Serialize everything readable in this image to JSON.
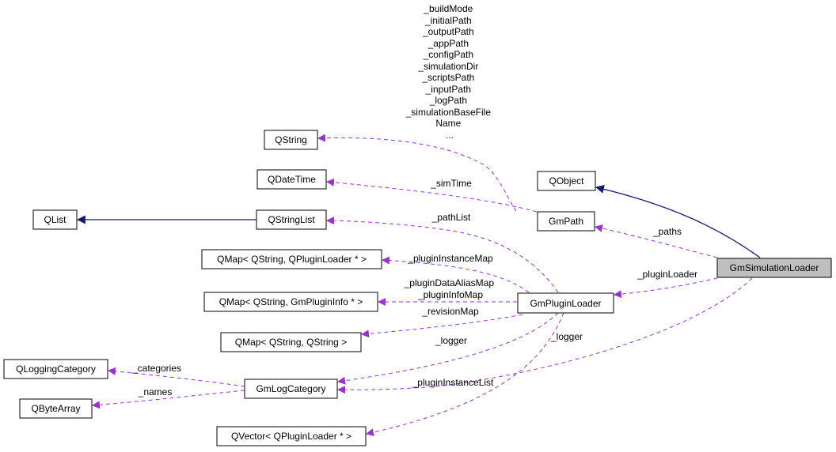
{
  "colors": {
    "usage_edge": "#9a32cd",
    "inherit_edge": "#191970",
    "highlight_node": "#bfbfbf",
    "node_border": "#000000"
  },
  "nodes": {
    "qstring": "QString",
    "qdatetime": "QDateTime",
    "qlist": "QList",
    "qstringlist": "QStringList",
    "qmap_loader": "QMap< QString, QPluginLoader * >",
    "qmap_info": "QMap< QString, GmPluginInfo * >",
    "qmap_string": "QMap< QString, QString >",
    "qloggingcategory": "QLoggingCategory",
    "qbytearray": "QByteArray",
    "gmlogcategory": "GmLogCategory",
    "qvector": "QVector< QPluginLoader * >",
    "qobject": "QObject",
    "gmpath": "GmPath",
    "gmpluginloader": "GmPluginLoader",
    "gmsimulationloader": "GmSimulationLoader"
  },
  "edge_labels": {
    "gmpath_qstring": [
      "_buildMode",
      "_initialPath",
      "_outputPath",
      "_appPath",
      "_configPath",
      "_simulationDir",
      "_scriptsPath",
      "_inputPath",
      "_logPath",
      "_simulationBaseFile",
      "Name",
      "..."
    ],
    "gmpath_qdatetime": "_simTime",
    "loader_qstringlist": "_pathList",
    "loader_qmap_loader": "_pluginInstanceMap",
    "loader_qmap_info": [
      "_pluginDataAliasMap",
      "_pluginInfoMap"
    ],
    "loader_qmap_string": "_revisionMap",
    "loader_gmlogcategory": "_logger",
    "loader_qvector": "_pluginInstanceList",
    "simloader_gmlogcategory": "_logger",
    "simloader_gmpath": "_paths",
    "simloader_gmpluginloader": "_pluginLoader",
    "gmlog_qloggingcategory": "_categories",
    "gmlog_qbytearray": "_names"
  }
}
